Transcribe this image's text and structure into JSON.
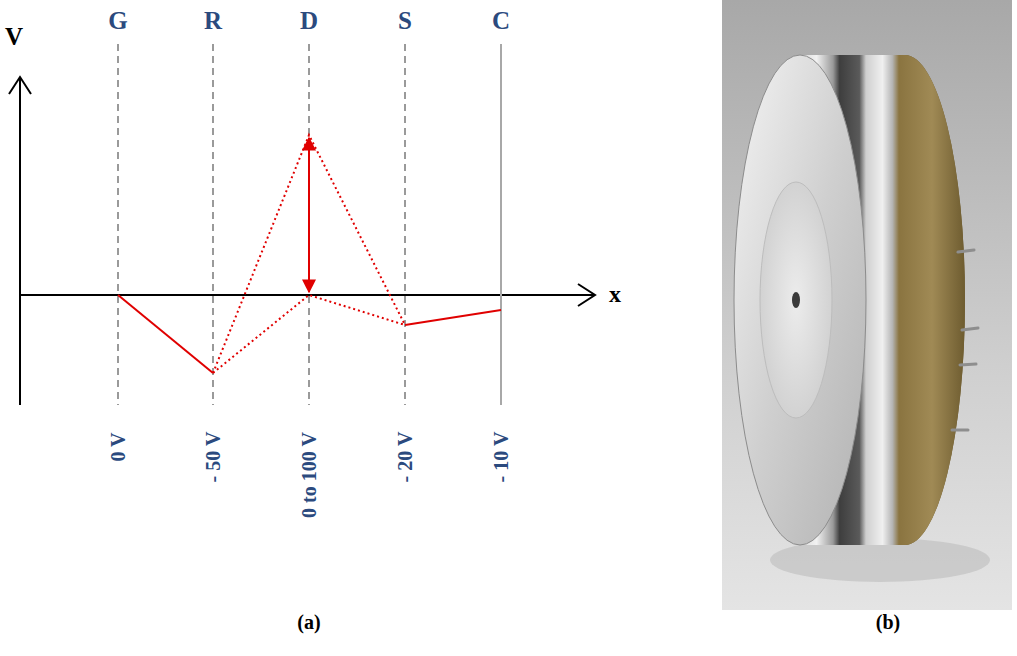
{
  "diagram": {
    "labels": [
      "V",
      "G",
      "R",
      "D",
      "S",
      "C",
      "x",
      "0 V",
      "- 50 V",
      "0 to 100 V",
      "- 20 V",
      "- 10 V",
      "(a)",
      "(b)"
    ]
  }
}
